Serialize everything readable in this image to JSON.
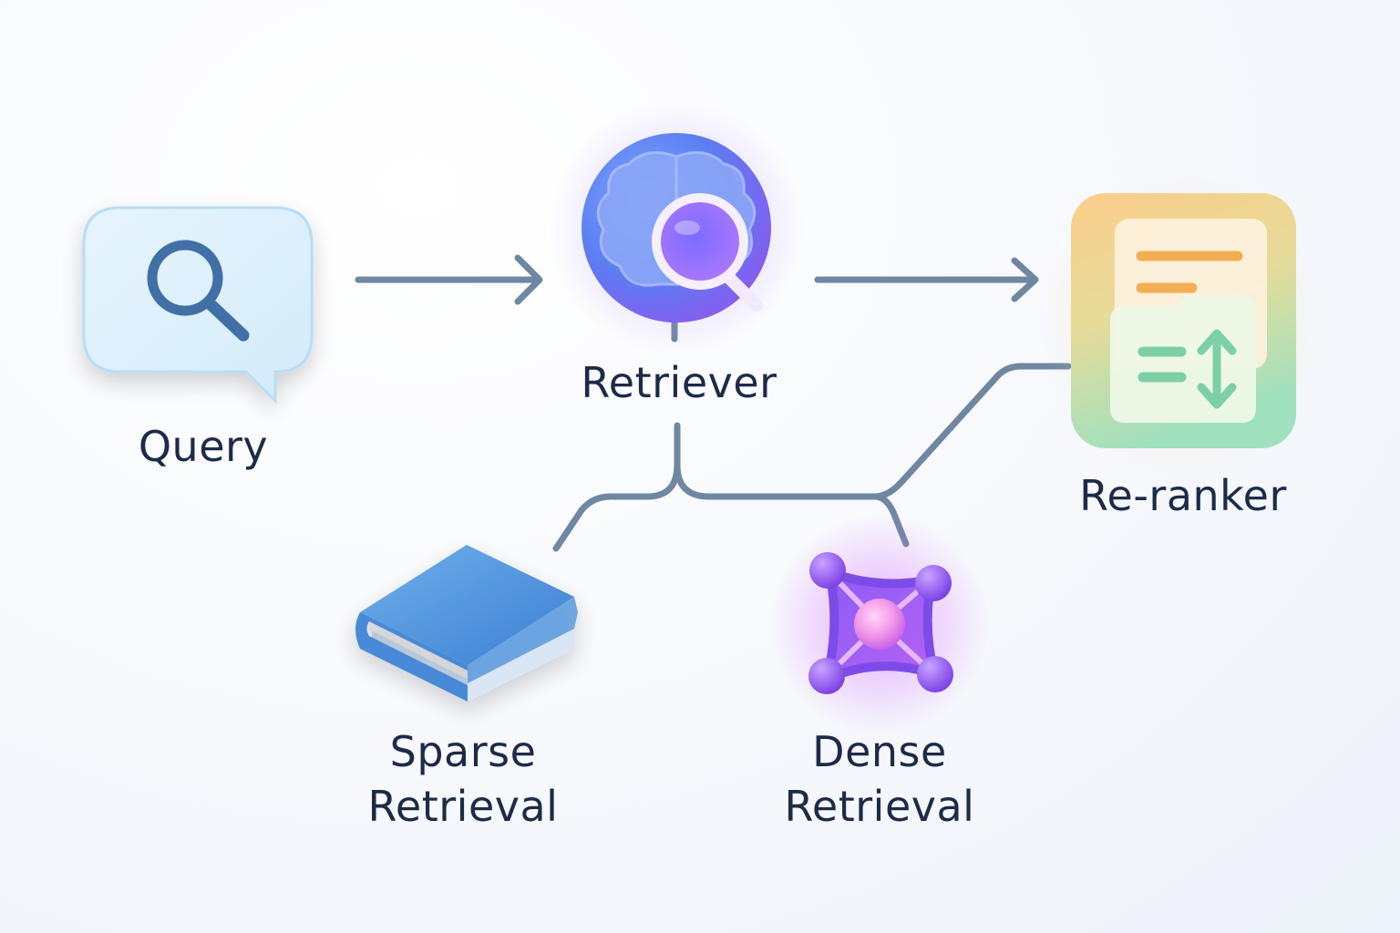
{
  "nodes": {
    "query": {
      "label": "Query",
      "icon": "search-speech-bubble-icon"
    },
    "retriever": {
      "label": "Retriever",
      "icon": "brain-magnifier-icon"
    },
    "reranker": {
      "label": "Re-ranker",
      "icon": "ranked-documents-icon"
    },
    "sparse": {
      "label_line1": "Sparse",
      "label_line2": "Retrieval",
      "icon": "book-icon"
    },
    "dense": {
      "label_line1": "Dense",
      "label_line2": "Retrieval",
      "icon": "vector-graph-icon"
    }
  },
  "colors": {
    "text": "#1c2b48",
    "connector": "#6f87a3",
    "query_accent": "#3f6fa6",
    "retriever_blue": "#4f7ef5",
    "retriever_purple": "#9b5cf5",
    "reranker_orange": "#f7b56b",
    "reranker_green": "#8fdcb3",
    "sparse_blue": "#4a8ad8",
    "dense_purple": "#a24ff0"
  }
}
